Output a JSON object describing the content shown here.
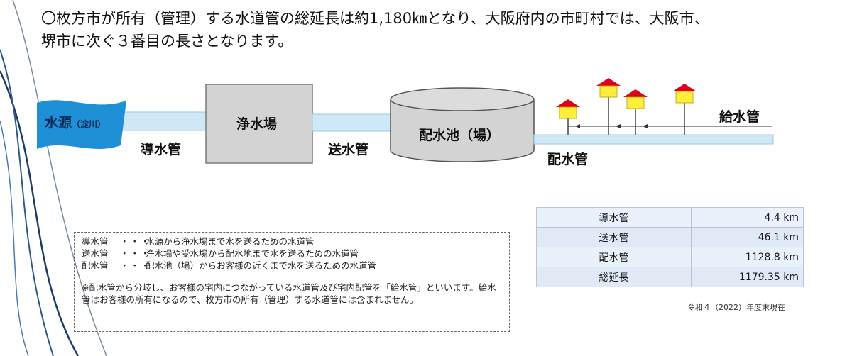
{
  "headline": {
    "line1": "〇枚方市が所有（管理）する水道管の総延長は約1,180㎞となり、大阪府内の市町村では、大阪市、",
    "line2": "堺市に次ぐ３番目の長さとなります。"
  },
  "diagram": {
    "source_label": "水源",
    "source_sub": "（淀川）",
    "plant_label": "浄水場",
    "reservoir_label": "配水池（場）",
    "conduit_label": "導水管",
    "transmission_label": "送水管",
    "distribution_label": "配水管",
    "service_label": "給水管"
  },
  "notes": {
    "rows": [
      {
        "term": "導水管",
        "sep": "・・・",
        "desc": "水源から浄水場まで水を送るための水道管"
      },
      {
        "term": "送水管",
        "sep": "・・・",
        "desc": "浄水場や受水場から配水地まで水を送るための水道管"
      },
      {
        "term": "配水管",
        "sep": "・・・",
        "desc": "配水池（場）からお客様の近くまで水を送るための水道管"
      }
    ],
    "extra": "※配水管から分岐し、お客様の宅内につながっている水道管及び宅内配管を「給水管」といいます。給水管はお客様の所有になるので、枚方市の所有（管理）する水道管には含まれません。"
  },
  "table": {
    "rows": [
      {
        "name": "導水管",
        "value": "4.4 km"
      },
      {
        "name": "送水管",
        "value": "46.1 km"
      },
      {
        "name": "配水管",
        "value": "1128.8 km"
      },
      {
        "name": "総延長",
        "value": "1179.35 km"
      }
    ]
  },
  "footnote": "令和４（2022）年度末現在",
  "colors": {
    "water_blue": "#1f8fd6",
    "pipe_fill": "#cfe8f5",
    "box_gray": "#d3d3d3",
    "house_red": "#e0001b",
    "house_yellow": "#ffef3a",
    "arc_navy": "#1e3b66"
  }
}
